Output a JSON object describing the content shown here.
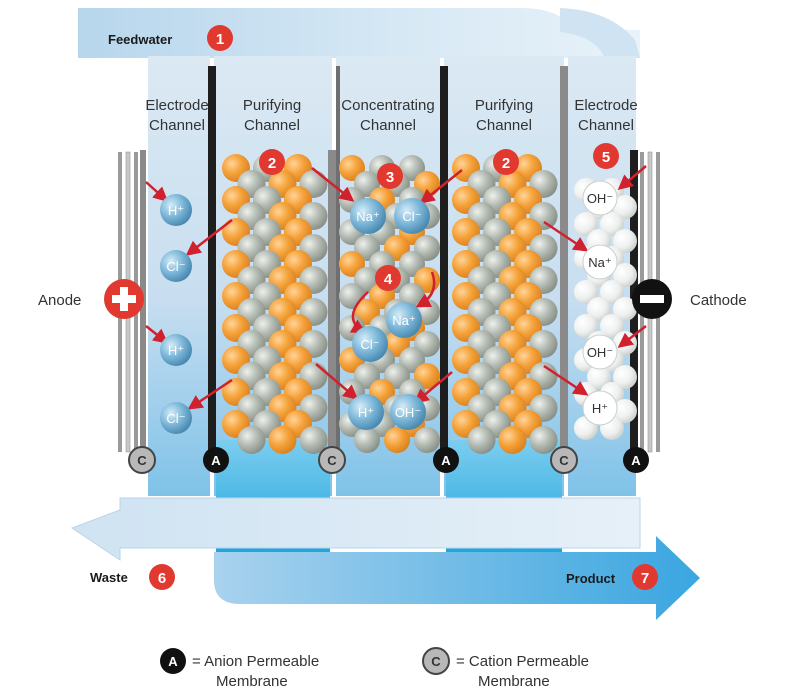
{
  "flows": {
    "feedwater": {
      "label": "Feedwater",
      "number": "1"
    },
    "waste": {
      "label": "Waste",
      "number": "6"
    },
    "product": {
      "label": "Product",
      "number": "7"
    }
  },
  "channels": [
    {
      "line1": "Electrode",
      "line2": "Channel"
    },
    {
      "line1": "Purifying",
      "line2": "Channel"
    },
    {
      "line1": "Concentrating",
      "line2": "Channel"
    },
    {
      "line1": "Purifying",
      "line2": "Channel"
    },
    {
      "line1": "Electrode",
      "line2": "Channel"
    }
  ],
  "electrodes": {
    "anode": "Anode",
    "cathode": "Cathode"
  },
  "membrane_letters": [
    "C",
    "A",
    "C",
    "A",
    "C",
    "A"
  ],
  "step_numbers": {
    "s2a": "2",
    "s2b": "2",
    "s3": "3",
    "s4": "4",
    "s5": "5"
  },
  "ions": {
    "anode_h1": "H⁺",
    "anode_cl1": "Cl⁻",
    "anode_h2": "H⁺",
    "anode_cl2": "Cl⁻",
    "conc_na1": "Na⁺",
    "conc_cl1": "Cl⁻",
    "conc_na2": "Na⁺",
    "conc_cl2": "Cl⁻",
    "conc_h": "H⁺",
    "conc_oh": "OH⁻",
    "cath_oh1": "OH⁻",
    "cath_na": "Na⁺",
    "cath_oh2": "OH⁻",
    "cath_h": "H⁺"
  },
  "legend": {
    "anion_letter": "A",
    "anion_line1": "= Anion Permeable",
    "anion_line2": "Membrane",
    "cation_letter": "C",
    "cation_line1": "= Cation Permeable",
    "cation_line2": "Membrane"
  },
  "colors": {
    "flow_light": "#d6e9f5",
    "flow_mid": "#b9d8ee",
    "flow_dark": "#7fb6df",
    "water": "#29abe2",
    "bead_orange": "#f39a2f",
    "bead_gray": "#a8b0a8",
    "ion_blue": "#5f9fc4",
    "arrow_red": "#d1202e",
    "badge_red": "#e1392f",
    "membrane_dark": "#1a1a1a",
    "membrane_gray": "#8a8a8a"
  }
}
